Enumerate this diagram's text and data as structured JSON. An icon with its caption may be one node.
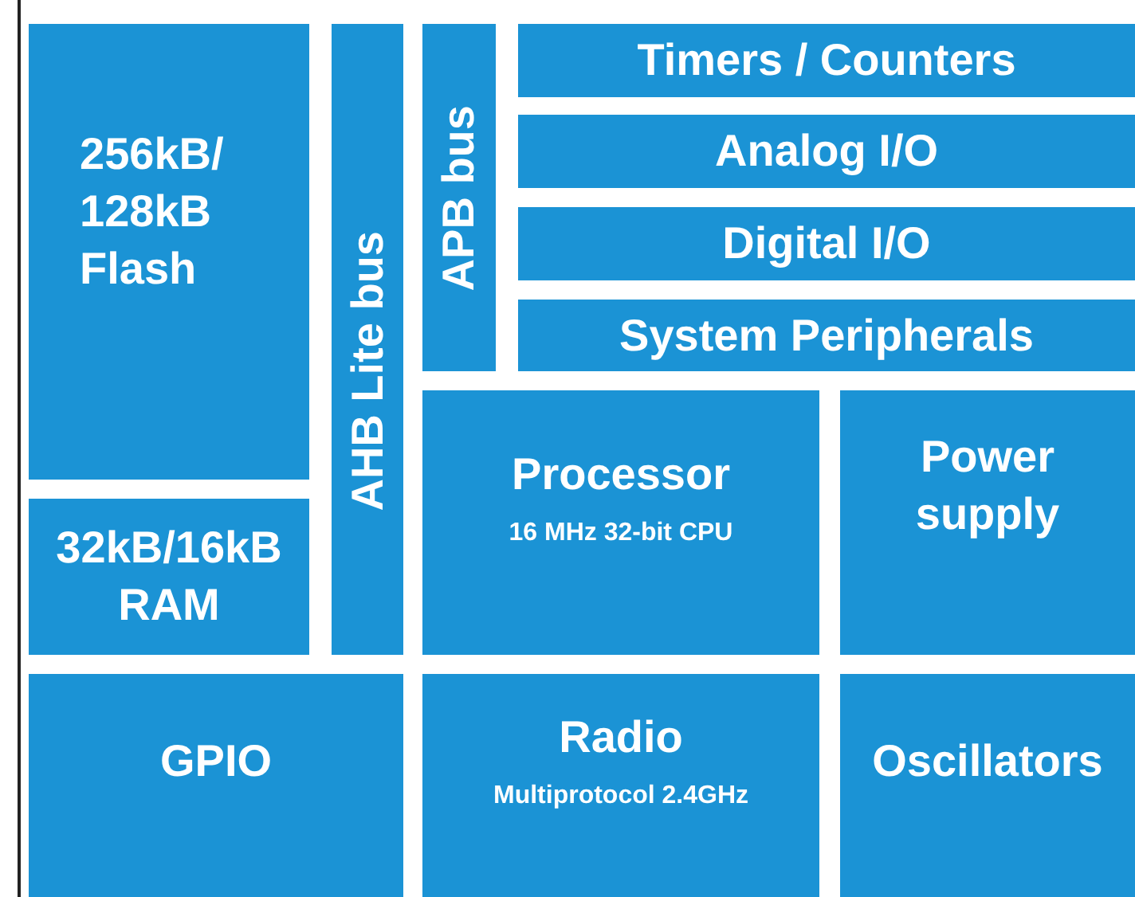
{
  "diagram": {
    "nodes": [
      {
        "text": [
          "256kB/ 128kB Flash"
        ]
      },
      {
        "text": [
          "AHB Lite bus"
        ]
      },
      {
        "text": [
          "APB bus"
        ]
      },
      {
        "text": [
          "Timers / Counters"
        ]
      },
      {
        "text": [
          "Analog I/O"
        ]
      },
      {
        "text": [
          "Digital I/O"
        ]
      },
      {
        "text": [
          "System Peripherals"
        ]
      },
      {
        "text": [
          "32kB/16kB RAM"
        ]
      },
      {
        "text": [
          "Processor",
          "16 MHz 32-bit CPU"
        ]
      },
      {
        "text": [
          "Power supply"
        ]
      },
      {
        "text": [
          "GPIO"
        ]
      },
      {
        "text": [
          "Radio",
          "Multiprotocol 2.4GHz"
        ]
      },
      {
        "text": [
          "Oscillators"
        ]
      }
    ],
    "edges": []
  }
}
